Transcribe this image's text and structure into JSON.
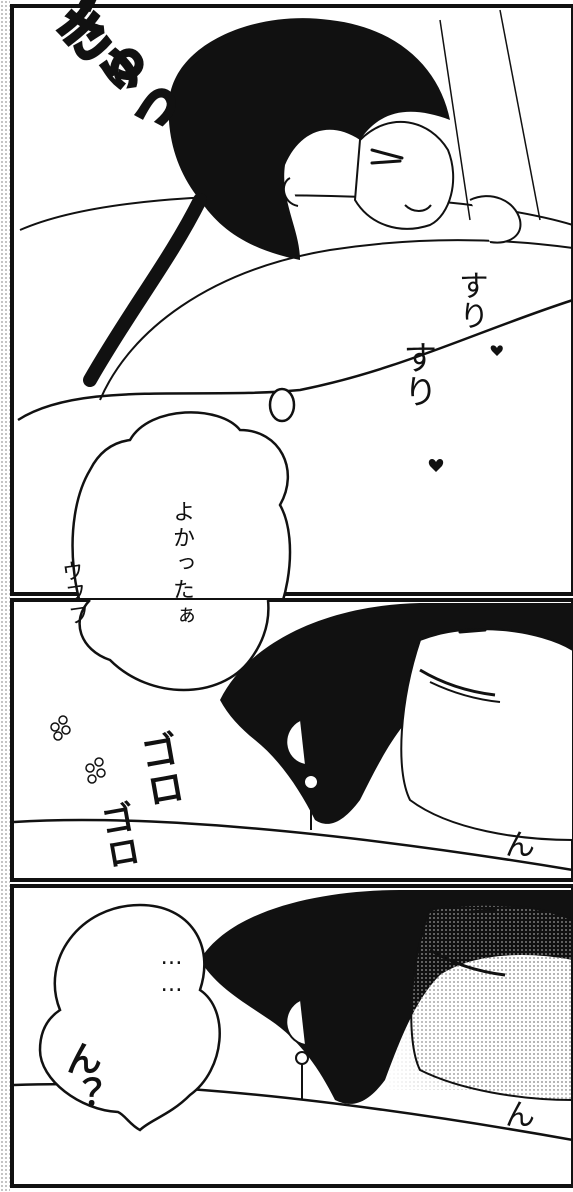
{
  "panels": [
    {
      "id": "panel-1",
      "sfx_hug": "ぎゅっ",
      "sfx_rub_1": "すり",
      "sfx_rub_2": "すり",
      "bubble_text": "よかったぁ",
      "giggle": "ウフフ"
    },
    {
      "id": "panel-2",
      "sfx_roll_1": "ゴロ",
      "sfx_roll_2": "ゴロ",
      "sfx_n": "ん"
    },
    {
      "id": "panel-3",
      "bubble_dots": "……",
      "bubble_n": "ん？",
      "sfx_n": "ん"
    }
  ],
  "colors": {
    "ink": "#111111",
    "paper": "#ffffff",
    "tone": "#bdbdbd"
  }
}
